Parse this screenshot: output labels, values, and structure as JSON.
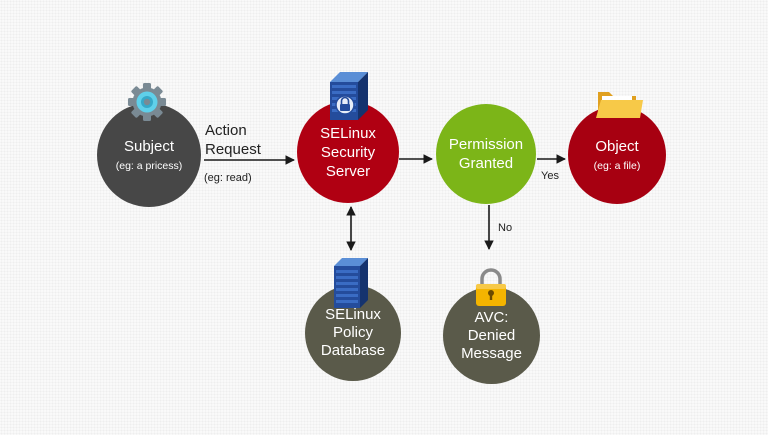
{
  "nodes": {
    "subject": {
      "title": "Subject",
      "subtitle": "(eg: a pricess)",
      "color": "#474747"
    },
    "selinux_server": {
      "lines": [
        "SELinux",
        "Security",
        "Server"
      ],
      "color": "#b00012"
    },
    "permission": {
      "lines": [
        "Permission",
        "Granted"
      ],
      "color": "#7cb518"
    },
    "object": {
      "title": "Object",
      "subtitle": "(eg: a file)",
      "color": "#a70011"
    },
    "policy_db": {
      "lines": [
        "SELinux",
        "Policy",
        "Database"
      ],
      "color": "#5a5a4a"
    },
    "avc": {
      "lines": [
        "AVC:",
        "Denied",
        "Message"
      ],
      "color": "#5a5a4a"
    }
  },
  "labels": {
    "action_request": [
      "Action",
      "Request"
    ],
    "eg_read": "(eg: read)",
    "yes": "Yes",
    "no": "No"
  },
  "icons": {
    "subject": "gear-icon",
    "selinux_server": "server-lock-icon",
    "object": "folder-icon",
    "policy_db": "database-server-icon",
    "avc": "padlock-icon"
  },
  "colors": {
    "arrow": "#1a1a1a",
    "text_dark": "#222222",
    "text_light": "#ffffff"
  }
}
